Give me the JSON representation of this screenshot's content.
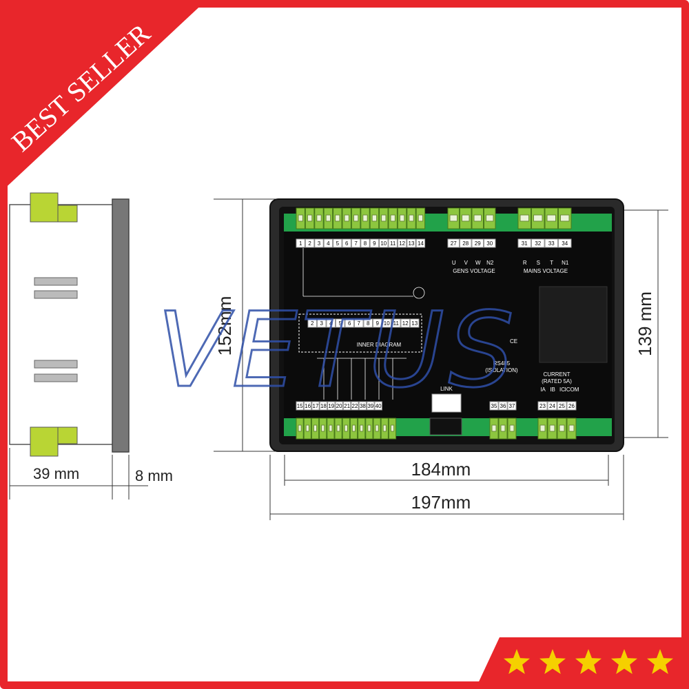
{
  "badge": {
    "label": "BEST SELLER"
  },
  "watermark": {
    "text": "VETUS"
  },
  "rating": {
    "stars": 5,
    "max": 5,
    "color": "#f5d000"
  },
  "colors": {
    "frame": "#e8262b",
    "terminal": "#8dc63f",
    "board": "#1f1f1f",
    "pcb_green": "#22a24a"
  },
  "dimensions": {
    "depth": "39 mm",
    "panel": "8 mm",
    "height_outer": "152mm",
    "height_inner": "139 mm",
    "width_inner": "184mm",
    "width_outer": "197mm"
  },
  "board": {
    "top_terminals_a": [
      "1",
      "2",
      "3",
      "4",
      "5",
      "6",
      "7",
      "8",
      "9",
      "10",
      "11",
      "12",
      "13",
      "14"
    ],
    "top_terminals_b": [
      "27",
      "28",
      "29",
      "30"
    ],
    "top_terminals_c": [
      "31",
      "32",
      "33",
      "34"
    ],
    "gens_phases": [
      "U",
      "V",
      "W",
      "N2"
    ],
    "mains_phases": [
      "R",
      "S",
      "T",
      "N1"
    ],
    "gens_voltage": "GENS VOLTAGE",
    "mains_voltage": "MAINS VOLTAGE",
    "inner_diagram": "INNER DIAGRAM",
    "inner_terminals": [
      "2",
      "3",
      "4",
      "5",
      "6",
      "7",
      "8",
      "9",
      "10",
      "11",
      "12",
      "13"
    ],
    "link": "LINK",
    "rs485": "RS485",
    "isolation": "(ISOLATION)",
    "rs485_terminals": [
      "35",
      "36",
      "37"
    ],
    "current": "CURRENT",
    "rated": "(RATED 5A)",
    "current_phases": [
      "IA",
      "IB",
      "IC",
      "ICOM"
    ],
    "current_terminals": [
      "23",
      "24",
      "25",
      "26"
    ],
    "bottom_terminals": [
      "15",
      "16",
      "17",
      "18",
      "19",
      "20",
      "21",
      "22",
      "38",
      "39",
      "40"
    ],
    "ce": "CE"
  }
}
